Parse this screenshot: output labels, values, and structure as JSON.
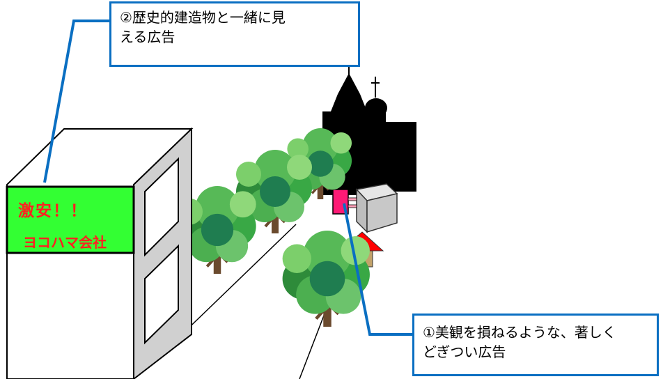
{
  "callouts": {
    "historic": "②歴史的建造物と一緒に見\nえる広告",
    "ugly": "①美観を損ねるような、著しく\nどぎつい広告"
  },
  "billboard": {
    "headline": "激安！！",
    "company": "ヨコハマ会社"
  },
  "colors": {
    "callout_border": "#0a6fc2",
    "billboard_bg": "#33ff33",
    "billboard_text": "#ff2020",
    "sign_pink": "#ff1a75",
    "roof_red": "#ff0000",
    "tree_green": "#3fa83f",
    "trunk": "#6b4a2e",
    "church": "#000000"
  },
  "icons": [
    "church-icon",
    "tree-icon",
    "house-icon",
    "box-building-icon"
  ]
}
